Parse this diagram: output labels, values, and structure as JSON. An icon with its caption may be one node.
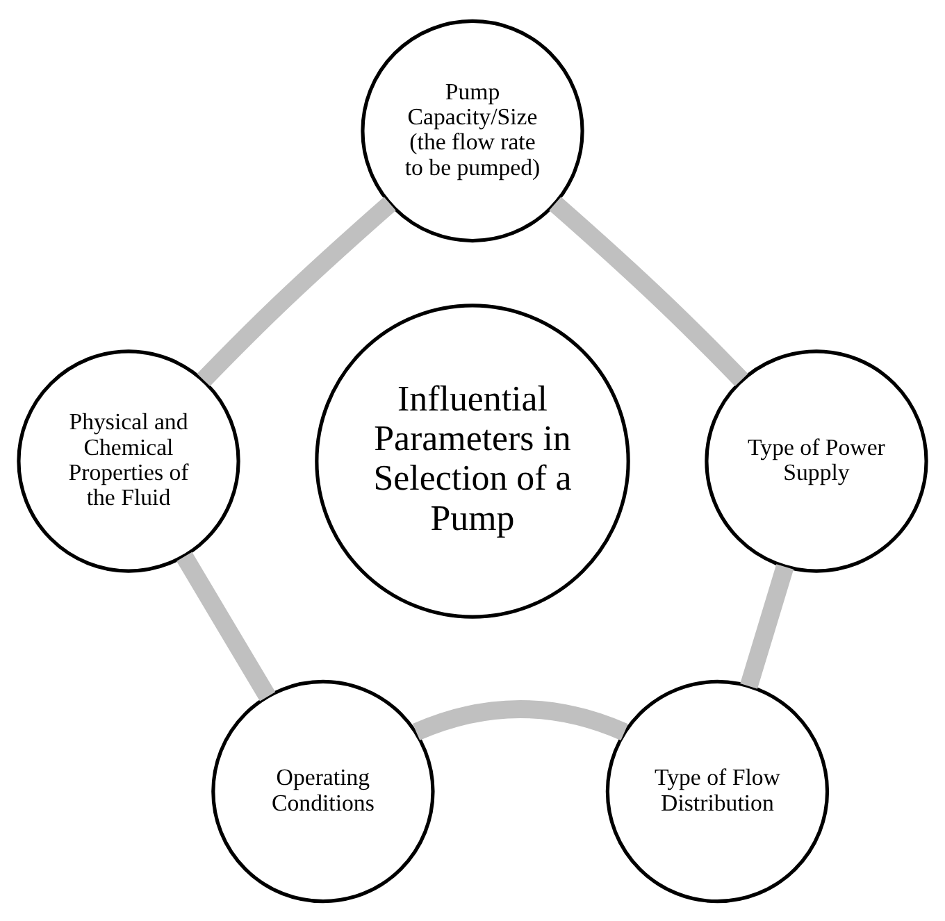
{
  "diagram": {
    "nodes": [
      {
        "text": [
          "Pump Capacity/Size (the flow rate to be pumped)"
        ]
      },
      {
        "text": [
          "Type of Power Supply"
        ]
      },
      {
        "text": [
          "Type of Flow Distribution"
        ]
      },
      {
        "text": [
          "Operating Conditions"
        ]
      },
      {
        "text": [
          "Physical and Chemical Properties of the Fluid"
        ]
      },
      {
        "text": [
          "Influential Parameters in Selection of a Pump"
        ]
      }
    ],
    "edges": [
      {
        "from": 0,
        "to": 1,
        "arrow": "none"
      },
      {
        "from": 1,
        "to": 2,
        "arrow": "none"
      },
      {
        "from": 2,
        "to": 3,
        "arrow": "none"
      },
      {
        "from": 3,
        "to": 4,
        "arrow": "none"
      },
      {
        "from": 4,
        "to": 0,
        "arrow": "none"
      }
    ]
  }
}
